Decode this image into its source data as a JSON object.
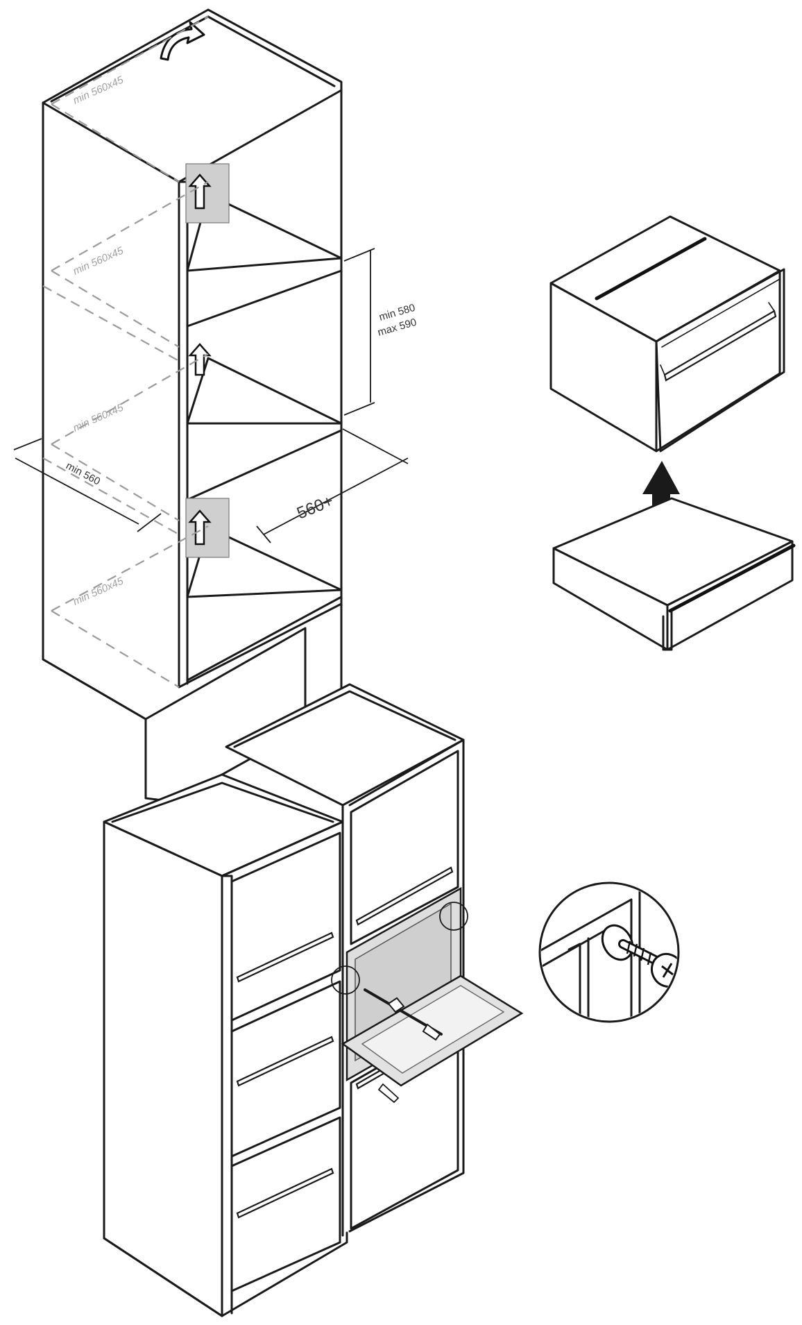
{
  "labels": {
    "top_shelf": "min 560x45",
    "shelf_2": "min 560x45",
    "shelf_3": "min 560x45",
    "bottom_shelf": "min 560x45",
    "niche_height_min": "min 580",
    "niche_height_max": "max 590",
    "width_min": "min 560",
    "depth": "560+"
  },
  "icons": {
    "rotate_arrow": "curved-arrow-icon",
    "airflow_arrow": "up-arrow-icon",
    "install_arrow": "up-arrow-icon",
    "screw": "screw-icon"
  },
  "colors": {
    "line": "#1a1a1a",
    "dashed": "#9a9a9a",
    "vent": "#cfcfcf",
    "open_door": "#e2e2e2"
  }
}
